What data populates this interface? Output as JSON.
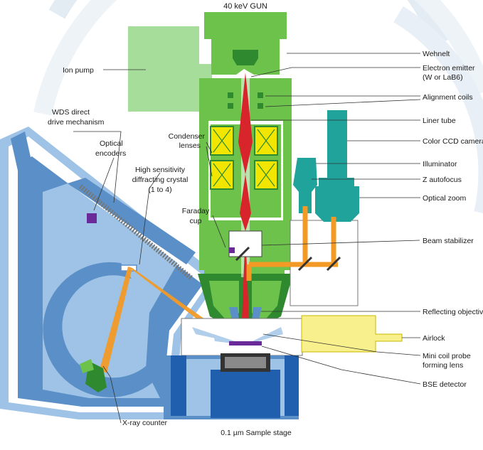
{
  "labels": {
    "gun": "40 keV GUN",
    "ion_pump": "Ion pump",
    "wds_line1": "WDS direct",
    "wds_line2": "drive mechanism",
    "optical_line1": "Optical",
    "optical_line2": "encoders",
    "condenser_line1": "Condenser",
    "condenser_line2": "lenses",
    "crystal_line1": "High sensitivity",
    "crystal_line2": "diffracting crystal",
    "crystal_line3": "(1 to 4)",
    "faraday_line1": "Faraday",
    "faraday_line2": "cup",
    "xray_counter": "X-ray counter",
    "sample_stage": "0.1 µm Sample stage",
    "wehnelt": "Wehnelt",
    "emitter_line1": "Electron emitter",
    "emitter_line2": "(W or LaB6)",
    "alignment_coils": "Alignment coils",
    "liner_tube": "Liner tube",
    "ccd_camera": "Color CCD camera",
    "illuminator": "Illuminator",
    "z_autofocus": "Z autofocus",
    "optical_zoom": "Optical zoom",
    "beam_stabilizer": "Beam stabilizer",
    "reflecting_objective": "Reflecting objective",
    "airlock": "Airlock",
    "minicoil_line1": "Mini coil probe",
    "minicoil_line2": "forming lens",
    "bse_detector": "BSE detector"
  },
  "colors": {
    "column_green": "#6cc24a",
    "column_green_dark": "#2f8a2f",
    "pump_green": "#a7dd9a",
    "chamber_blue": "#5b8fc8",
    "chamber_blue_light": "#9ec3e6",
    "stage_blue": "#1f5fae",
    "teal": "#1fa39a",
    "orange": "#f39a26",
    "beam_red": "#d8242b",
    "coil_yellow": "#f2e600",
    "airlock_yellow": "#f8f08c",
    "crystal_purple": "#6a2a9a"
  }
}
